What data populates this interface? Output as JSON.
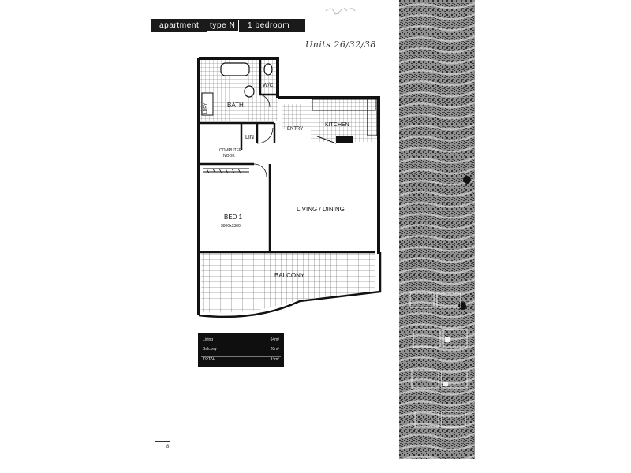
{
  "header": {
    "prefix": "apartment",
    "type_label": "type N",
    "bedrooms": "1 bedroom"
  },
  "handwritten_units": "Units 26/32/38",
  "rooms": {
    "bath": "BATH",
    "wc": "W/C",
    "entry": "ENTRY",
    "kitchen": "KITCHEN",
    "lin": "LIN",
    "computer_nook_1": "COMPUTER",
    "computer_nook_2": "NOOK",
    "bed": "BED 1",
    "bed_size": "3000x3300",
    "living": "LIVING / DINING",
    "balcony": "BALCONY",
    "laundry": "LDRY"
  },
  "areas": [
    {
      "label": "Living",
      "value": "64m²"
    },
    {
      "label": "Balcony",
      "value": "20m²"
    },
    {
      "label": "TOTAL",
      "value": "84m²"
    }
  ],
  "page_number": "8",
  "colors": {
    "ink": "#111111",
    "header_bg": "#1a1a1a",
    "area_bg": "#0f0f0f",
    "tile_line": "#555555",
    "strip_dark": "#2a2a2a",
    "strip_light": "#9a9a9a"
  }
}
